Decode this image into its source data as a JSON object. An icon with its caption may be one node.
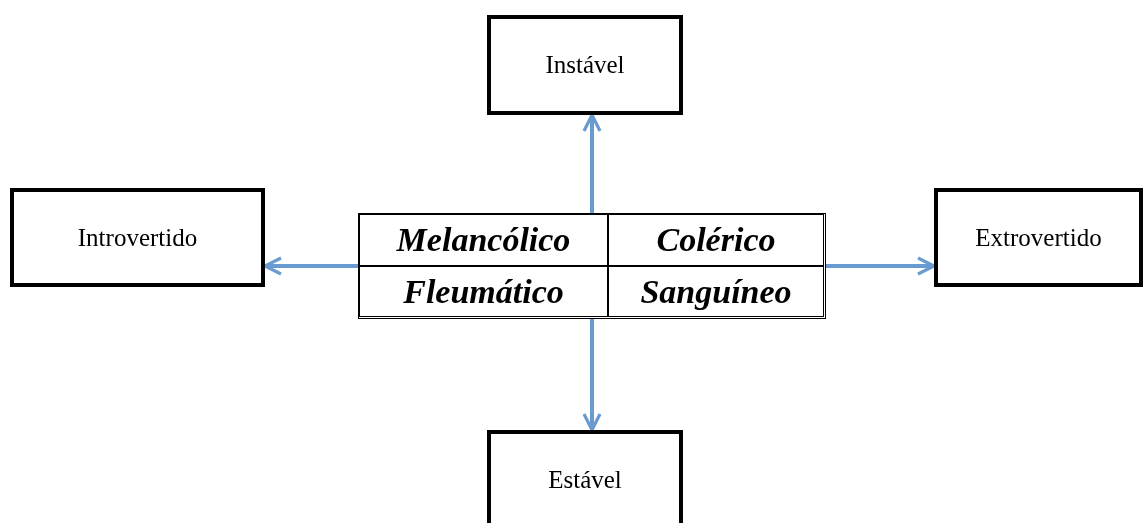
{
  "diagram": {
    "nodes": [
      {
        "text": [
          "Instável"
        ]
      },
      {
        "text": [
          "Introvertido"
        ]
      },
      {
        "text": [],
        "shape": "box"
      },
      {
        "text": [
          "Melancólico"
        ],
        "in": 2
      },
      {
        "text": [
          "Colérico"
        ],
        "in": 2
      },
      {
        "text": [
          "Fleumático"
        ],
        "in": 2
      },
      {
        "text": [
          "Sanguíneo"
        ],
        "in": 2
      },
      {
        "text": [
          "Extrovertido"
        ]
      },
      {
        "text": [
          "Estável"
        ]
      }
    ],
    "edges": [
      {
        "from": 2,
        "to": 0,
        "arrow": "to"
      },
      {
        "from": 2,
        "to": 1,
        "arrow": "to"
      },
      {
        "from": 2,
        "to": 7,
        "arrow": "to"
      },
      {
        "from": 2,
        "to": 8,
        "arrow": "to"
      }
    ]
  }
}
